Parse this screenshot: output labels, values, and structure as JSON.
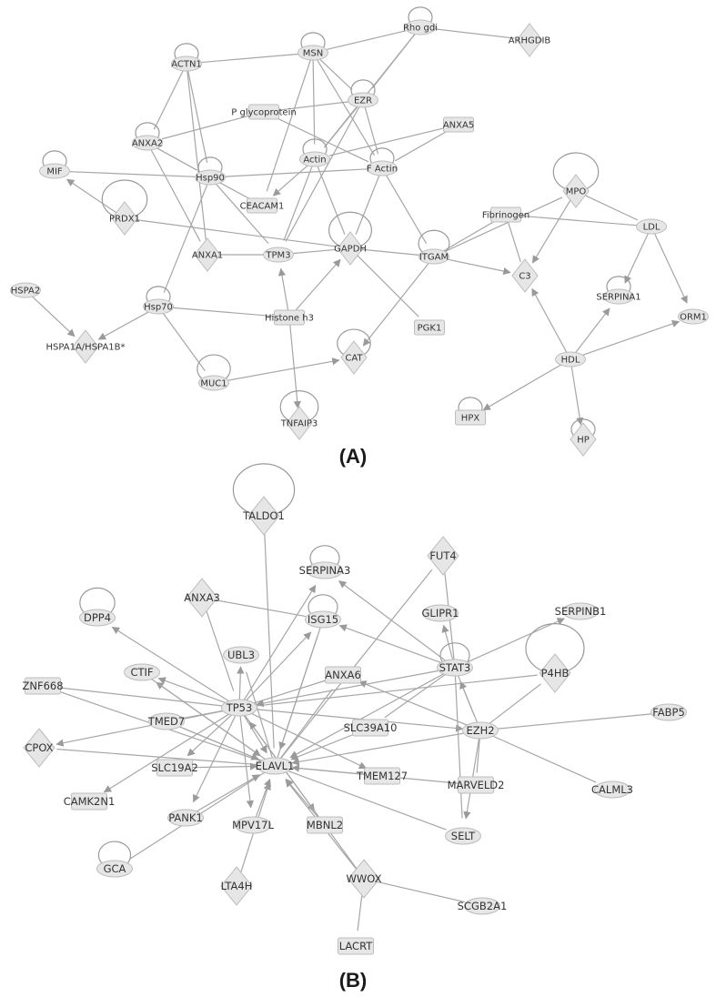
{
  "captions": {
    "a": "(A)",
    "b": "(B)"
  },
  "network_a": {
    "nodes": [
      {
        "id": "Rho gdi",
        "shape": "oval",
        "loop": true
      },
      {
        "id": "ARHGDIB",
        "shape": "diamond"
      },
      {
        "id": "MSN",
        "shape": "oval",
        "loop": true
      },
      {
        "id": "ACTN1",
        "shape": "oval",
        "loop": true
      },
      {
        "id": "EZR",
        "shape": "oval",
        "loop": true
      },
      {
        "id": "P glycoprotein",
        "shape": "rect"
      },
      {
        "id": "ANXA5",
        "shape": "rect"
      },
      {
        "id": "ANXA2",
        "shape": "oval",
        "loop": true
      },
      {
        "id": "Actin",
        "shape": "oval",
        "loop": true
      },
      {
        "id": "F Actin",
        "shape": "oval",
        "loop": true
      },
      {
        "id": "MIF",
        "shape": "oval",
        "loop": true
      },
      {
        "id": "Hsp90",
        "shape": "oval",
        "loop": true
      },
      {
        "id": "PRDX1",
        "shape": "diamond",
        "loop": true
      },
      {
        "id": "CEACAM1",
        "shape": "rect"
      },
      {
        "id": "MPO",
        "shape": "diamond",
        "loop": true
      },
      {
        "id": "Fibrinogen",
        "shape": "rect"
      },
      {
        "id": "LDL",
        "shape": "oval"
      },
      {
        "id": "ANXA1",
        "shape": "diamond"
      },
      {
        "id": "TPM3",
        "shape": "oval"
      },
      {
        "id": "GAPDH",
        "shape": "diamond",
        "loop": true
      },
      {
        "id": "ITGAM",
        "shape": "oval",
        "loop": true
      },
      {
        "id": "C3",
        "shape": "diamond"
      },
      {
        "id": "HSPA2",
        "shape": "oval"
      },
      {
        "id": "Hsp70",
        "shape": "oval",
        "loop": true
      },
      {
        "id": "Histone h3",
        "shape": "rect"
      },
      {
        "id": "SERPINA1",
        "shape": "oval",
        "loop": true
      },
      {
        "id": "ORM1",
        "shape": "oval"
      },
      {
        "id": "PGK1",
        "shape": "rect"
      },
      {
        "id": "HSPA1A/HSPA1B*",
        "shape": "diamond"
      },
      {
        "id": "CAT",
        "shape": "diamond",
        "loop": true
      },
      {
        "id": "HDL",
        "shape": "oval"
      },
      {
        "id": "MUC1",
        "shape": "oval",
        "loop": true
      },
      {
        "id": "TNFAIP3",
        "shape": "diamond",
        "loop": true
      },
      {
        "id": "HPX",
        "shape": "rect",
        "loop": true
      },
      {
        "id": "HP",
        "shape": "diamond",
        "loop": true
      }
    ],
    "edges": [
      [
        "MSN",
        "Rho gdi",
        false
      ],
      [
        "Rho gdi",
        "ARHGDIB",
        false
      ],
      [
        "Rho gdi",
        "EZR",
        false
      ],
      [
        "Rho gdi",
        "Actin",
        false
      ],
      [
        "MSN",
        "ACTN1",
        false
      ],
      [
        "MSN",
        "EZR",
        false
      ],
      [
        "MSN",
        "Actin",
        false
      ],
      [
        "MSN",
        "F Actin",
        false
      ],
      [
        "MSN",
        "CEACAM1",
        false
      ],
      [
        "ACTN1",
        "ANXA2",
        false
      ],
      [
        "ACTN1",
        "Hsp90",
        false
      ],
      [
        "ACTN1",
        "ANXA1",
        false
      ],
      [
        "EZR",
        "P glycoprotein",
        false
      ],
      [
        "EZR",
        "Actin",
        false
      ],
      [
        "EZR",
        "F Actin",
        false
      ],
      [
        "EZR",
        "TPM3",
        false
      ],
      [
        "P glycoprotein",
        "ANXA2",
        false
      ],
      [
        "P glycoprotein",
        "F Actin",
        false
      ],
      [
        "ANXA5",
        "Actin",
        false
      ],
      [
        "ANXA5",
        "F Actin",
        false
      ],
      [
        "Actin",
        "TPM3",
        false
      ],
      [
        "Actin",
        "GAPDH",
        false
      ],
      [
        "Actin",
        "CEACAM1",
        true
      ],
      [
        "F Actin",
        "GAPDH",
        false
      ],
      [
        "F Actin",
        "ITGAM",
        false
      ],
      [
        "F Actin",
        "Hsp90",
        false
      ],
      [
        "ANXA2",
        "Hsp90",
        false
      ],
      [
        "ANXA2",
        "ANXA1",
        false
      ],
      [
        "Hsp90",
        "MIF",
        false
      ],
      [
        "Hsp90",
        "CEACAM1",
        false
      ],
      [
        "Hsp90",
        "TPM3",
        false
      ],
      [
        "Hsp90",
        "Hsp70",
        false
      ],
      [
        "PRDX1",
        "MIF",
        true
      ],
      [
        "PRDX1",
        "GAPDH",
        false
      ],
      [
        "Histone h3",
        "TPM3",
        true
      ],
      [
        "Histone h3",
        "TNFAIP3",
        true
      ],
      [
        "Histone h3",
        "Hsp70",
        false
      ],
      [
        "Histone h3",
        "GAPDH",
        true
      ],
      [
        "ANXA1",
        "TPM3",
        false
      ],
      [
        "TPM3",
        "GAPDH",
        false
      ],
      [
        "GAPDH",
        "PGK1",
        false
      ],
      [
        "GAPDH",
        "ITGAM",
        false
      ],
      [
        "ITGAM",
        "C3",
        true
      ],
      [
        "ITGAM",
        "CAT",
        true
      ],
      [
        "ITGAM",
        "Fibrinogen",
        false
      ],
      [
        "ITGAM",
        "MPO",
        false
      ],
      [
        "Fibrinogen",
        "C3",
        false
      ],
      [
        "Fibrinogen",
        "LDL",
        false
      ],
      [
        "MPO",
        "LDL",
        false
      ],
      [
        "MPO",
        "C3",
        true
      ],
      [
        "LDL",
        "SERPINA1",
        true
      ],
      [
        "LDL",
        "ORM1",
        true
      ],
      [
        "HSPA2",
        "HSPA1A/HSPA1B*",
        true
      ],
      [
        "Hsp70",
        "HSPA1A/HSPA1B*",
        true
      ],
      [
        "Hsp70",
        "MUC1",
        false
      ],
      [
        "MUC1",
        "CAT",
        true
      ],
      [
        "HDL",
        "C3",
        true
      ],
      [
        "HDL",
        "SERPINA1",
        true
      ],
      [
        "HDL",
        "ORM1",
        true
      ],
      [
        "HDL",
        "HPX",
        true
      ],
      [
        "HDL",
        "HP",
        true
      ]
    ]
  },
  "network_b": {
    "nodes": [
      {
        "id": "TALDO1",
        "shape": "diamond",
        "loop": true
      },
      {
        "id": "SERPINA3",
        "shape": "oval",
        "loop": true
      },
      {
        "id": "FUT4",
        "shape": "diamond"
      },
      {
        "id": "ANXA3",
        "shape": "diamond"
      },
      {
        "id": "ISG15",
        "shape": "oval",
        "loop": true
      },
      {
        "id": "GLIPR1",
        "shape": "oval"
      },
      {
        "id": "SERPINB1",
        "shape": "oval"
      },
      {
        "id": "DPP4",
        "shape": "oval",
        "loop": true
      },
      {
        "id": "UBL3",
        "shape": "oval"
      },
      {
        "id": "STAT3",
        "shape": "oval",
        "loop": true
      },
      {
        "id": "P4HB",
        "shape": "diamond",
        "loop": true
      },
      {
        "id": "CTIF",
        "shape": "oval"
      },
      {
        "id": "ANXA6",
        "shape": "rect"
      },
      {
        "id": "ZNF668",
        "shape": "rect"
      },
      {
        "id": "TP53",
        "shape": "oval"
      },
      {
        "id": "TMED7",
        "shape": "oval"
      },
      {
        "id": "SLC39A10",
        "shape": "rect"
      },
      {
        "id": "EZH2",
        "shape": "oval"
      },
      {
        "id": "FABP5",
        "shape": "oval"
      },
      {
        "id": "CPOX",
        "shape": "diamond"
      },
      {
        "id": "SLC19A2",
        "shape": "rect"
      },
      {
        "id": "ELAVL1",
        "shape": "oval"
      },
      {
        "id": "TMEM127",
        "shape": "rect"
      },
      {
        "id": "MARVELD2",
        "shape": "rect"
      },
      {
        "id": "CALML3",
        "shape": "oval"
      },
      {
        "id": "CAMK2N1",
        "shape": "rect"
      },
      {
        "id": "PANK1",
        "shape": "oval"
      },
      {
        "id": "MPV17L",
        "shape": "oval"
      },
      {
        "id": "MBNL2",
        "shape": "rect"
      },
      {
        "id": "SELT",
        "shape": "oval"
      },
      {
        "id": "GCA",
        "shape": "oval",
        "loop": true
      },
      {
        "id": "LTA4H",
        "shape": "diamond"
      },
      {
        "id": "WWOX",
        "shape": "diamond"
      },
      {
        "id": "SCGB2A1",
        "shape": "oval"
      },
      {
        "id": "LACRT",
        "shape": "rect"
      }
    ],
    "edges": [
      [
        "TP53",
        "DPP4",
        true
      ],
      [
        "TP53",
        "ZNF668",
        false
      ],
      [
        "TP53",
        "TMED7",
        false
      ],
      [
        "TP53",
        "CPOX",
        true
      ],
      [
        "TP53",
        "CTIF",
        true
      ],
      [
        "TP53",
        "UBL3",
        true
      ],
      [
        "TP53",
        "CAMK2N1",
        true
      ],
      [
        "TP53",
        "PANK1",
        true
      ],
      [
        "TP53",
        "MPV17L",
        true
      ],
      [
        "TP53",
        "ISG15",
        true
      ],
      [
        "TP53",
        "SERPINA3",
        true
      ],
      [
        "TP53",
        "ANXA6",
        false
      ],
      [
        "TP53",
        "SLC19A2",
        true
      ],
      [
        "TP53",
        "TMEM127",
        true
      ],
      [
        "TP53",
        "EZH2",
        true
      ],
      [
        "TP53",
        "P4HB",
        false
      ],
      [
        "TP53",
        "ELAVL1",
        true
      ],
      [
        "TP53",
        "MBNL2",
        true
      ],
      [
        "ANXA3",
        "TP53",
        false
      ],
      [
        "ANXA3",
        "ISG15",
        false
      ],
      [
        "TALDO1",
        "ELAVL1",
        false
      ],
      [
        "STAT3",
        "TP53",
        true
      ],
      [
        "STAT3",
        "SERPINA3",
        true
      ],
      [
        "STAT3",
        "FUT4",
        false
      ],
      [
        "STAT3",
        "GLIPR1",
        true
      ],
      [
        "STAT3",
        "ISG15",
        true
      ],
      [
        "STAT3",
        "SERPINB1",
        true
      ],
      [
        "STAT3",
        "ELAVL1",
        true
      ],
      [
        "STAT3",
        "SLC39A10",
        false
      ],
      [
        "STAT3",
        "SELT",
        false
      ],
      [
        "STAT3",
        "EZH2",
        false
      ],
      [
        "EZH2",
        "STAT3",
        true
      ],
      [
        "EZH2",
        "P4HB",
        false
      ],
      [
        "EZH2",
        "FABP5",
        false
      ],
      [
        "EZH2",
        "CALML3",
        false
      ],
      [
        "EZH2",
        "MARVELD2",
        false
      ],
      [
        "EZH2",
        "SELT",
        true
      ],
      [
        "EZH2",
        "ELAVL1",
        true
      ],
      [
        "EZH2",
        "ANXA6",
        true
      ],
      [
        "ELAVL1",
        "ZNF668",
        false
      ],
      [
        "ELAVL1",
        "CTIF",
        true
      ],
      [
        "ELAVL1",
        "CPOX",
        false
      ],
      [
        "ELAVL1",
        "TMED7",
        false
      ],
      [
        "ELAVL1",
        "SELT",
        false
      ],
      [
        "ELAVL1",
        "GCA",
        false
      ],
      [
        "ELAVL1",
        "ISG15",
        false
      ],
      [
        "ELAVL1",
        "FUT4",
        false
      ],
      [
        "ELAVL1",
        "UBL3",
        false
      ],
      [
        "ELAVL1",
        "ANXA6",
        false
      ],
      [
        "ELAVL1",
        "MARVELD2",
        false
      ],
      [
        "ISG15",
        "ELAVL1",
        true
      ],
      [
        "SLC39A10",
        "ELAVL1",
        true
      ],
      [
        "TMED7",
        "ELAVL1",
        true
      ],
      [
        "SLC19A2",
        "ELAVL1",
        true
      ],
      [
        "CTIF",
        "ELAVL1",
        true
      ],
      [
        "LTA4H",
        "ELAVL1",
        true
      ],
      [
        "MPV17L",
        "ELAVL1",
        true
      ],
      [
        "WWOX",
        "ELAVL1",
        true
      ],
      [
        "MBNL2",
        "ELAVL1",
        true
      ],
      [
        "TMEM127",
        "ELAVL1",
        true
      ],
      [
        "PANK1",
        "ELAVL1",
        true
      ],
      [
        "WWOX",
        "TP53",
        true
      ],
      [
        "WWOX",
        "SCGB2A1",
        false
      ],
      [
        "WWOX",
        "LACRT",
        false
      ]
    ]
  }
}
